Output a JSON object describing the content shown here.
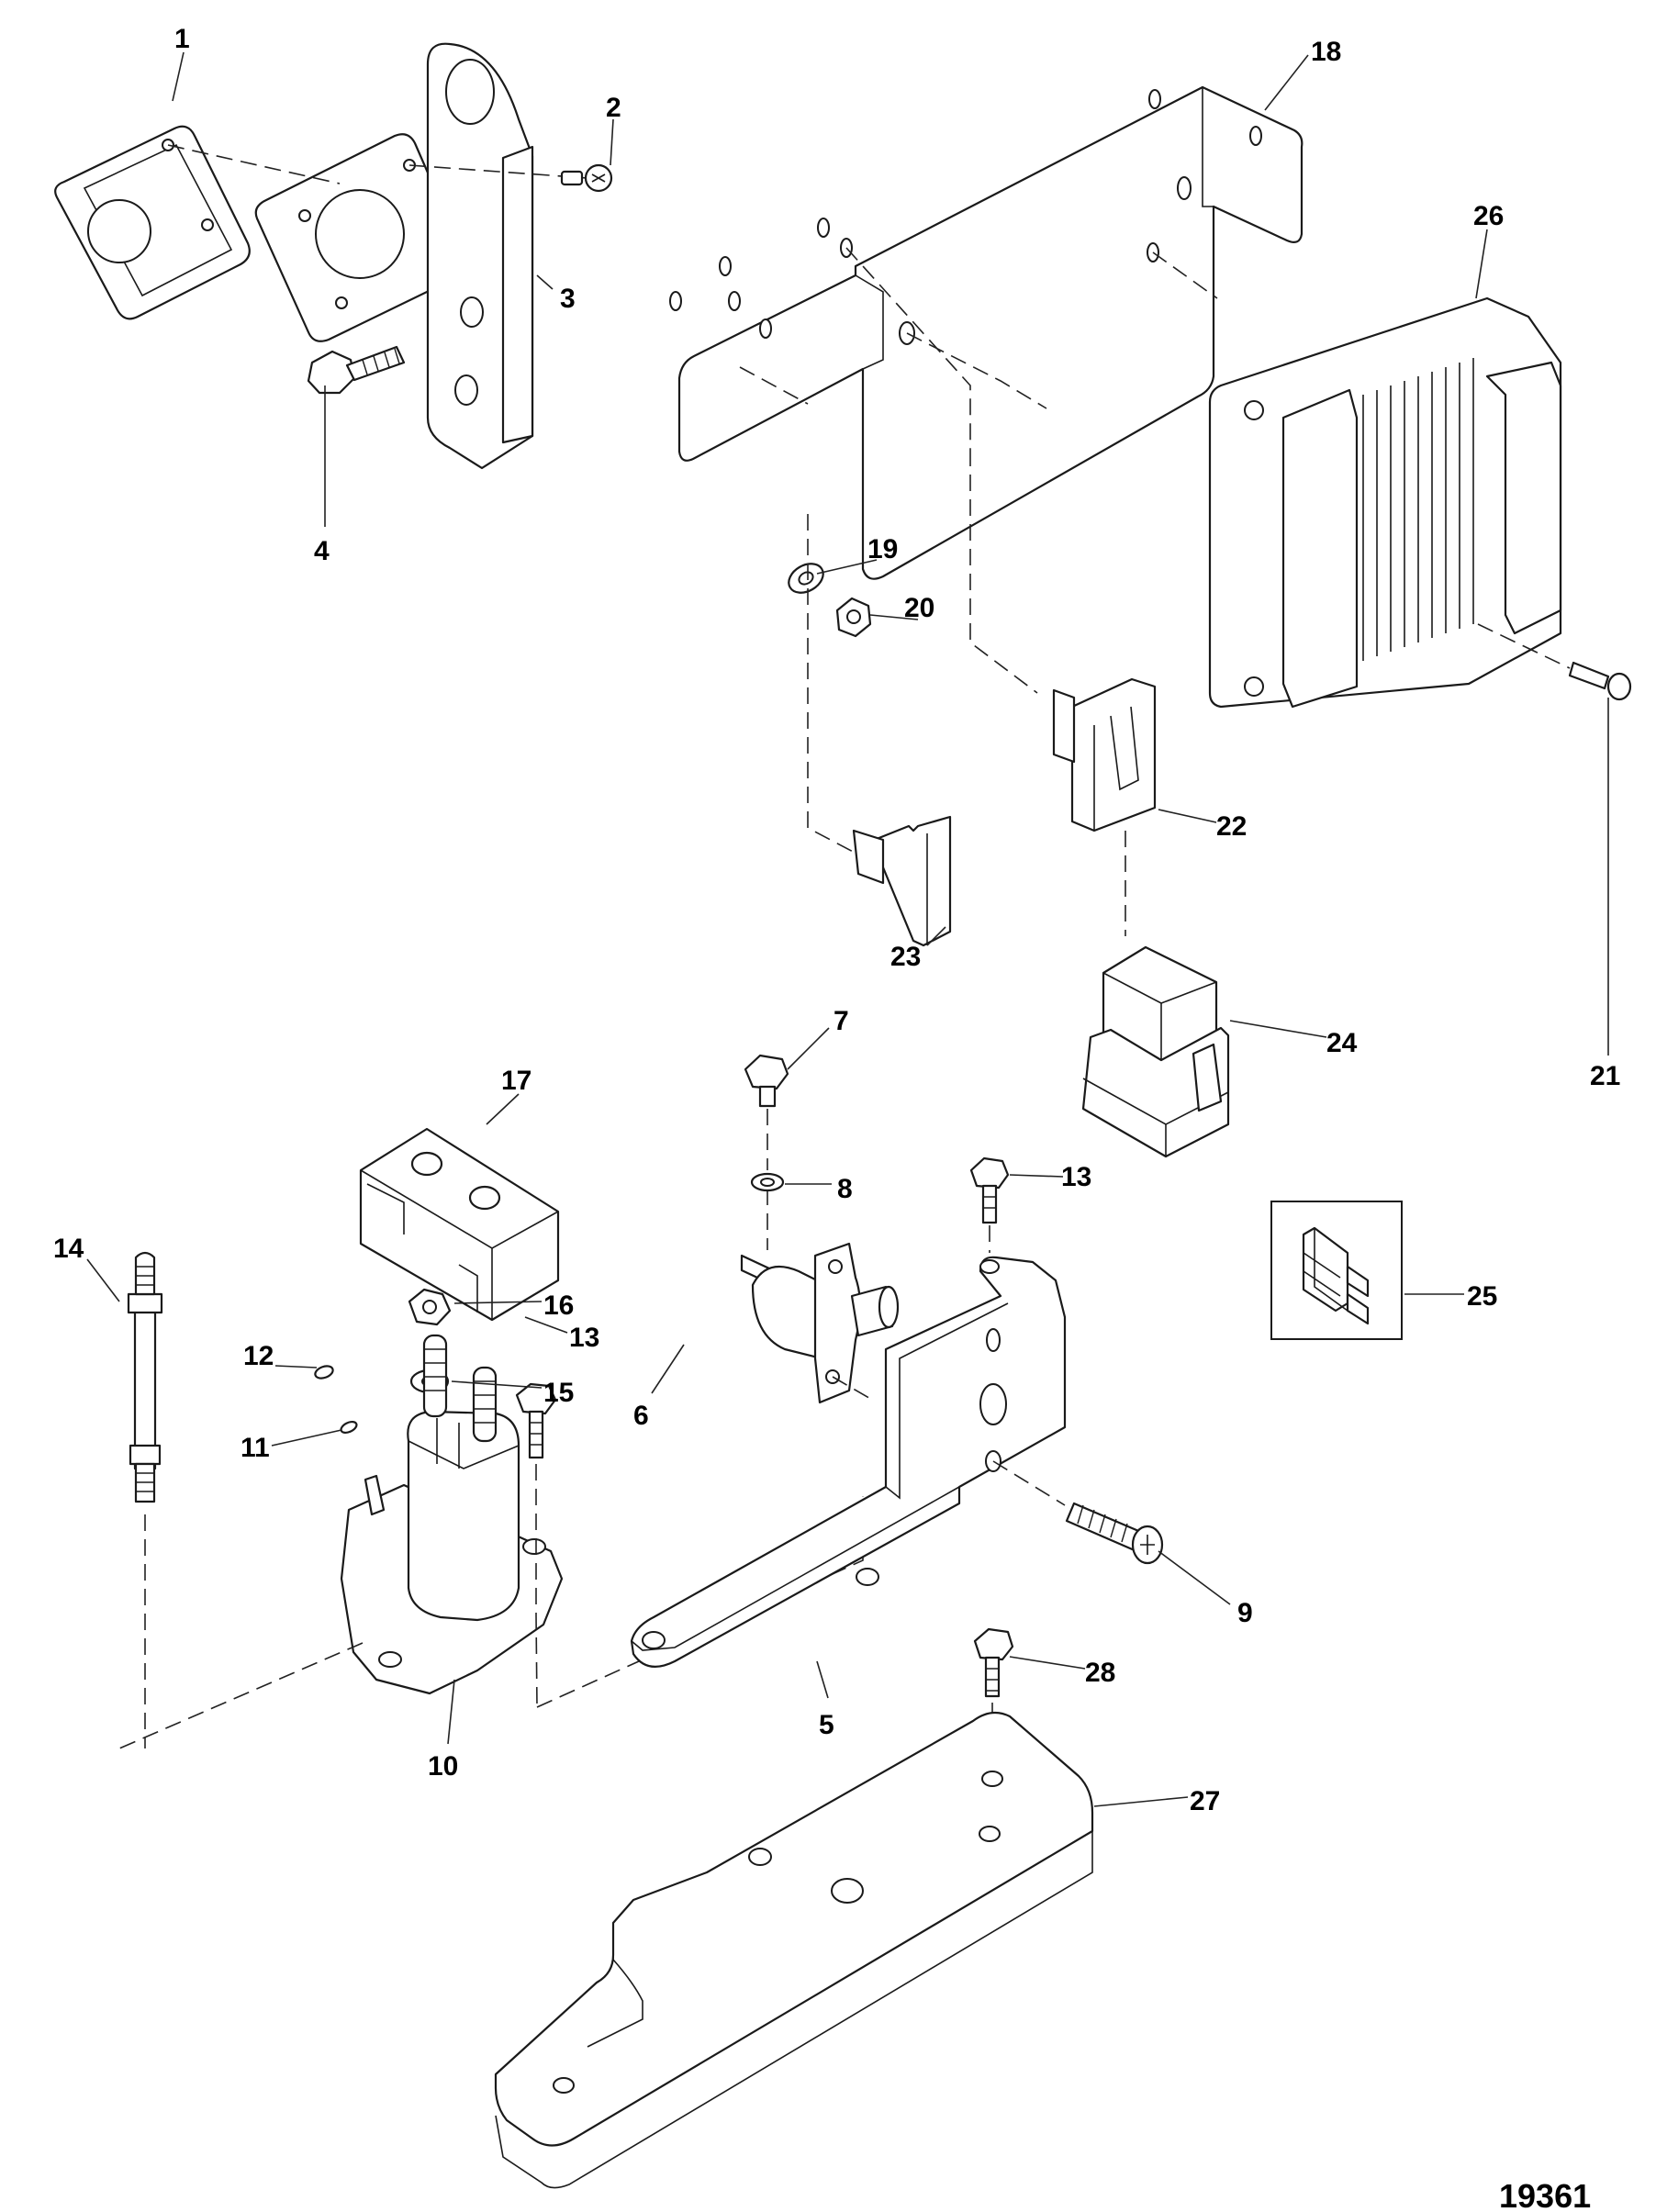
{
  "diagram": {
    "type": "exploded parts diagram",
    "figure_id": "19361",
    "parts": [
      {
        "ref": "1",
        "depicts": "gasket"
      },
      {
        "ref": "2",
        "depicts": "screw"
      },
      {
        "ref": "3",
        "depicts": "mounting bracket with adapter plate"
      },
      {
        "ref": "4",
        "depicts": "hex bolt"
      },
      {
        "ref": "5",
        "depicts": "L-bracket"
      },
      {
        "ref": "6",
        "depicts": "circuit breaker"
      },
      {
        "ref": "7",
        "depicts": "hex screw"
      },
      {
        "ref": "8",
        "depicts": "lock washer"
      },
      {
        "ref": "9",
        "depicts": "screw"
      },
      {
        "ref": "10",
        "depicts": "solenoid"
      },
      {
        "ref": "11",
        "depicts": "nut"
      },
      {
        "ref": "12",
        "depicts": "lock washer"
      },
      {
        "ref": "13",
        "depicts": "hex screw"
      },
      {
        "ref": "13",
        "depicts": "hex screw"
      },
      {
        "ref": "14",
        "depicts": "stud"
      },
      {
        "ref": "15",
        "depicts": "lock washer"
      },
      {
        "ref": "16",
        "depicts": "nut"
      },
      {
        "ref": "17",
        "depicts": "terminal cover"
      },
      {
        "ref": "18",
        "depicts": "ECM mounting bracket"
      },
      {
        "ref": "19",
        "depicts": "washer"
      },
      {
        "ref": "20",
        "depicts": "nut"
      },
      {
        "ref": "21",
        "depicts": "screw"
      },
      {
        "ref": "22",
        "depicts": "relay clip"
      },
      {
        "ref": "23",
        "depicts": "fuse holder clip"
      },
      {
        "ref": "24",
        "depicts": "relay"
      },
      {
        "ref": "25",
        "depicts": "fuse"
      },
      {
        "ref": "26",
        "depicts": "ECM module"
      },
      {
        "ref": "27",
        "depicts": "mounting plate"
      },
      {
        "ref": "28",
        "depicts": "hex screw"
      }
    ]
  },
  "callouts": {
    "c1": "1",
    "c2": "2",
    "c3": "3",
    "c4": "4",
    "c5": "5",
    "c6": "6",
    "c7": "7",
    "c8": "8",
    "c9": "9",
    "c10": "10",
    "c11": "11",
    "c12": "12",
    "c13a": "13",
    "c13b": "13",
    "c14": "14",
    "c15": "15",
    "c16": "16",
    "c17": "17",
    "c18": "18",
    "c19": "19",
    "c20": "20",
    "c21": "21",
    "c22": "22",
    "c23": "23",
    "c24": "24",
    "c25": "25",
    "c26": "26",
    "c27": "27",
    "c28": "28"
  },
  "colors": {
    "line": "#1a1a1a",
    "background": "#ffffff"
  }
}
